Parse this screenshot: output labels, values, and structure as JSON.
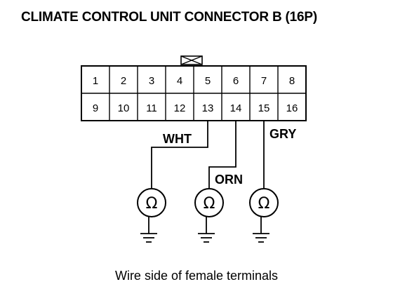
{
  "title": "CLIMATE CONTROL UNIT CONNECTOR B (16P)",
  "caption": "Wire side of female terminals",
  "pins_top": [
    "1",
    "2",
    "3",
    "4",
    "5",
    "6",
    "7",
    "8"
  ],
  "pins_bottom": [
    "9",
    "10",
    "11",
    "12",
    "13",
    "14",
    "15",
    "16"
  ],
  "wires": {
    "wht": "WHT",
    "orn": "ORN",
    "gry": "GRY"
  },
  "meter_symbol": "Ω"
}
